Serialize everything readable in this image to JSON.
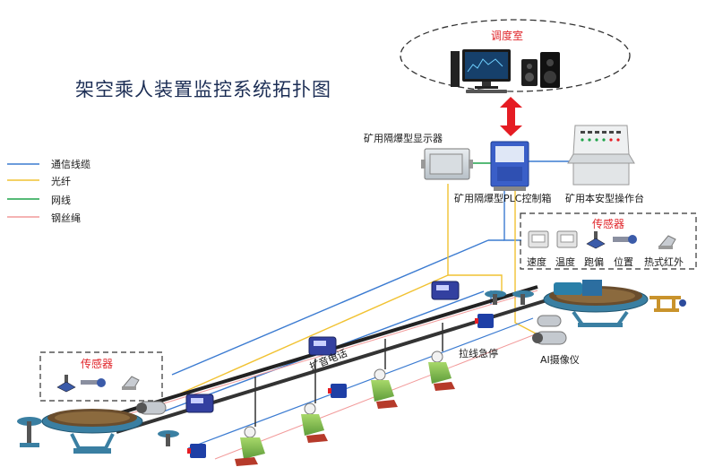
{
  "title": "架空乘人装置监控系统拓扑图",
  "control_room": {
    "label": "调度室"
  },
  "legend": [
    {
      "label": "通信线缆",
      "color": "#3b7bd1"
    },
    {
      "label": "光纤",
      "color": "#f1c232"
    },
    {
      "label": "网线",
      "color": "#1fa34a"
    },
    {
      "label": "钢丝绳",
      "color": "#f29a9a"
    }
  ],
  "devices": {
    "display": "矿用隔爆型显示器",
    "plc": "矿用隔爆型PLC控制箱",
    "console": "矿用本安型操作台",
    "phone": "扩音电话",
    "estop": "拉线急停",
    "camera": "AI摄像仪"
  },
  "sensors_right": {
    "title": "传感器",
    "items": [
      "速度",
      "温度",
      "跑偏",
      "位置",
      "热式红外"
    ]
  },
  "sensors_left": {
    "title": "传感器"
  }
}
